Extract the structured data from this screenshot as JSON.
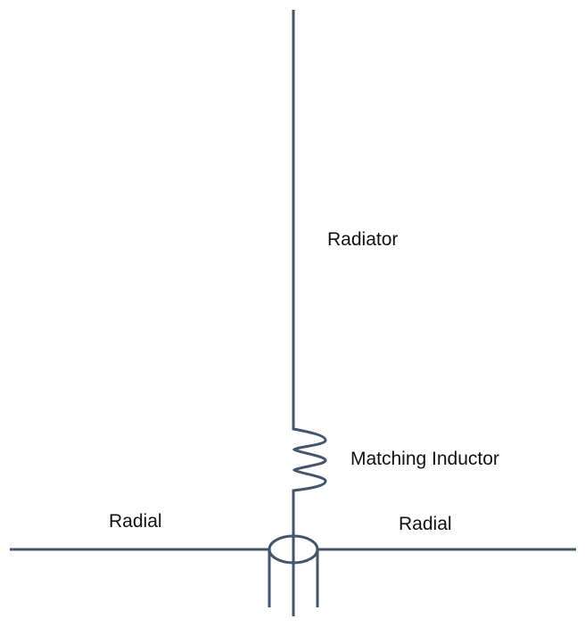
{
  "diagram": {
    "title": "Vertical antenna with matching inductor and radials",
    "line_color": "#44546a",
    "labels": {
      "radiator": "Radiator",
      "matching_inductor": "Matching Inductor",
      "radial_left": "Radial",
      "radial_right": "Radial"
    },
    "components": [
      {
        "id": "radiator",
        "type": "vertical wire"
      },
      {
        "id": "matching_inductor",
        "type": "coil",
        "turns": 3
      },
      {
        "id": "feedpoint",
        "type": "coax connector"
      },
      {
        "id": "radial_left",
        "type": "horizontal wire"
      },
      {
        "id": "radial_right",
        "type": "horizontal wire"
      }
    ]
  }
}
